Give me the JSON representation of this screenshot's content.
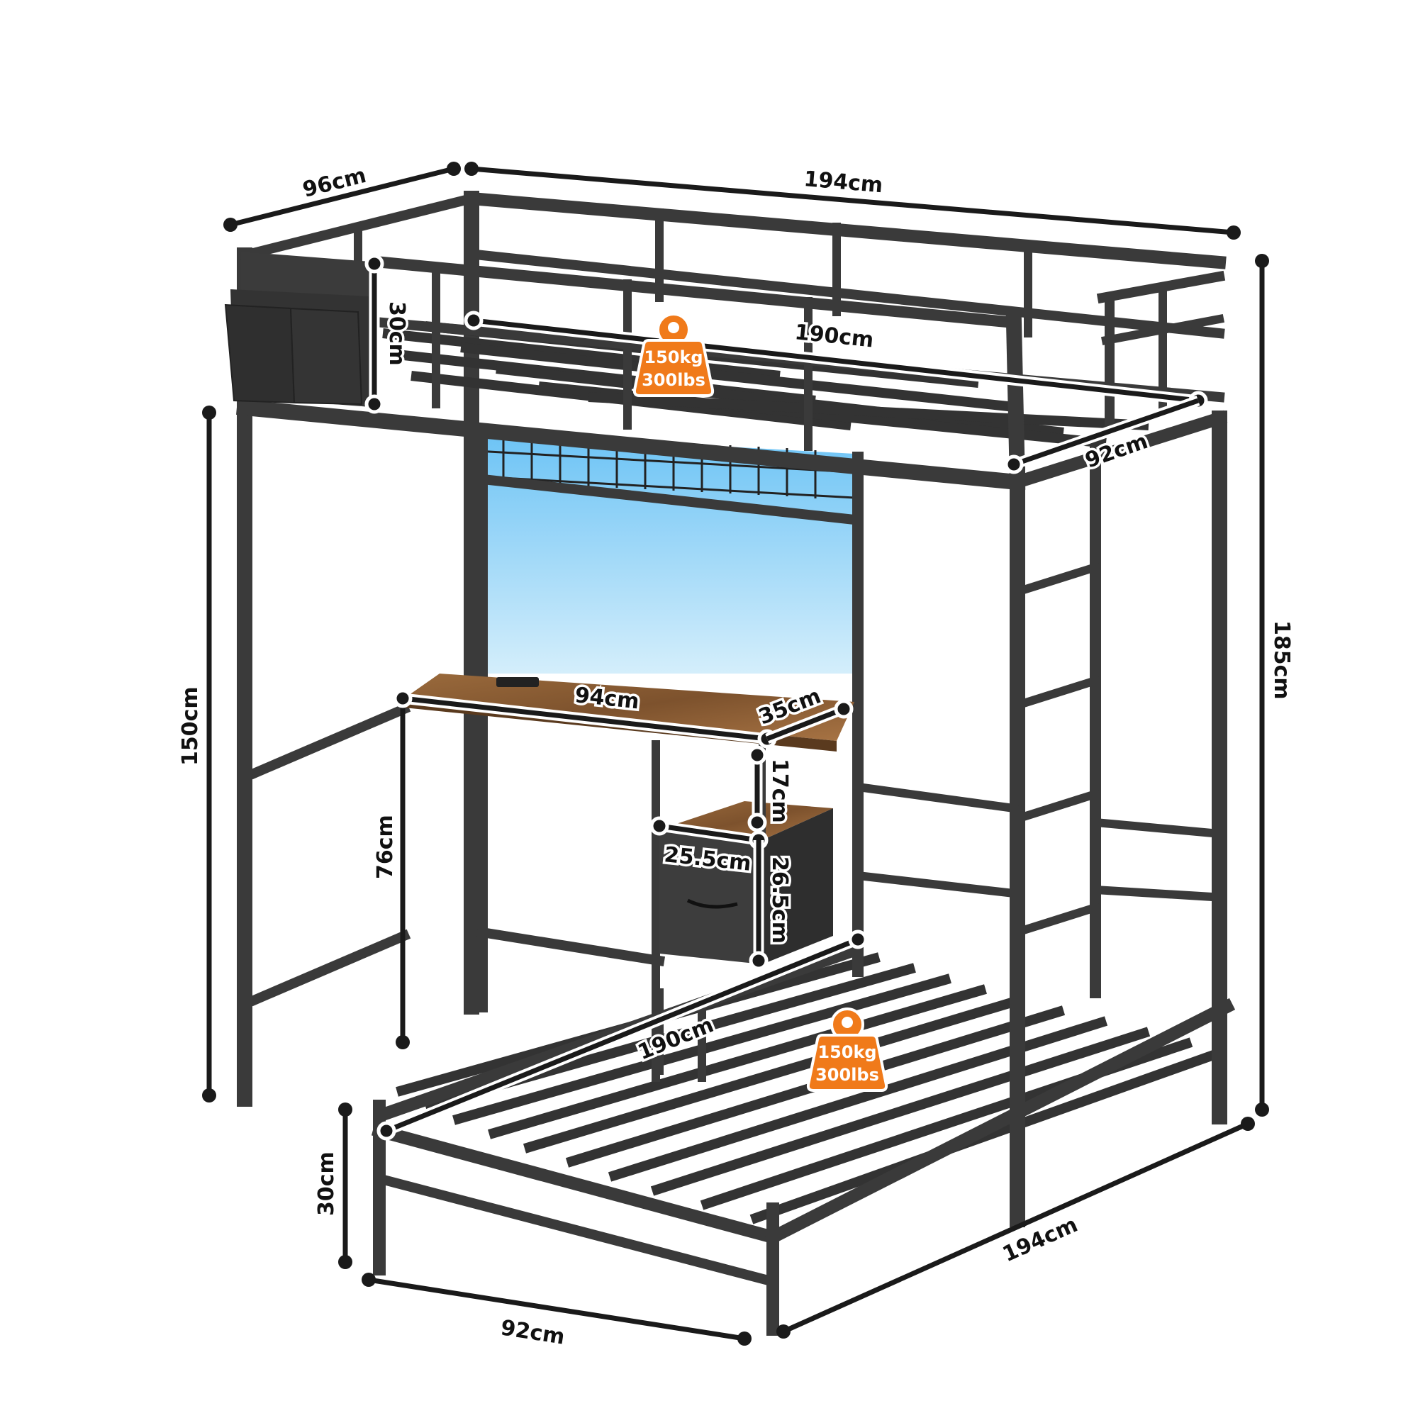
{
  "product": {
    "name": "Loft bed with desk, storage drawer, pegboard and lower twin bed",
    "colors": {
      "frame": "#3a3a3a",
      "desk_wood": "#8a5a32",
      "pegboard": "#7ecbf5",
      "badge": "#f07a1a",
      "fabric": "#3b3b3b",
      "dimension_line": "#1a1a1a"
    }
  },
  "dimensions": {
    "upper_depth": "96cm",
    "upper_length": "194cm",
    "guardrail_height": "30cm",
    "upper_mattress_length": "190cm",
    "upper_mattress_width": "92cm",
    "total_height": "185cm",
    "clearance_height": "150cm",
    "desk_width": "94cm",
    "desk_depth": "35cm",
    "shelf_height": "17cm",
    "drawer_width": "25.5cm",
    "drawer_height": "26.5cm",
    "desk_height": "76cm",
    "lower_mattress_length": "190cm",
    "lower_bed_height": "30cm",
    "lower_bed_width": "92cm",
    "lower_bed_length": "194cm"
  },
  "badges": {
    "upper": {
      "weight_kg": "150kg",
      "weight_lbs": "300lbs",
      "icon": "weight-icon"
    },
    "lower": {
      "weight_kg": "150kg",
      "weight_lbs": "300lbs",
      "icon": "weight-icon"
    }
  }
}
